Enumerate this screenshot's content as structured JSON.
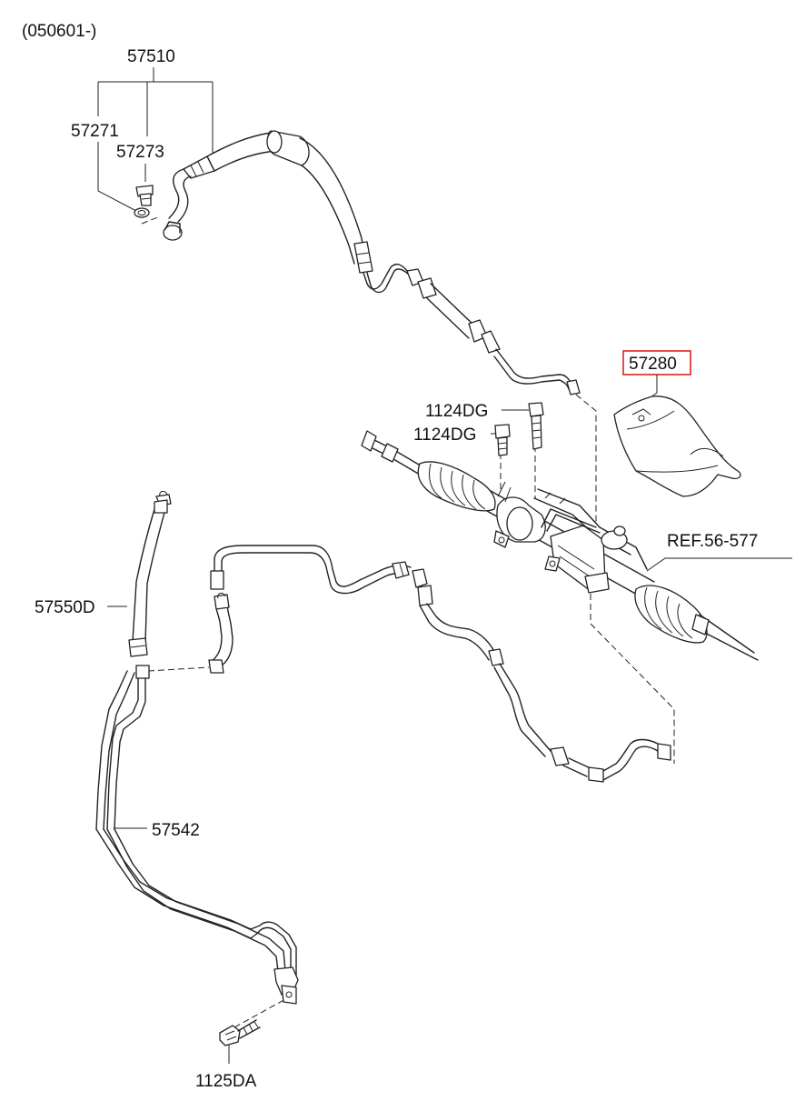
{
  "header": {
    "date_range": "(050601-)"
  },
  "labels": {
    "p57510": "57510",
    "p57271": "57271",
    "p57273": "57273",
    "p57280": "57280",
    "p1124dg_a": "1124DG",
    "p1124dg_b": "1124DG",
    "ref": "REF.56-577",
    "p57550d": "57550D",
    "p57542": "57542",
    "p1125da": "1125DA"
  },
  "highlight": {
    "part": "57280",
    "color": "#e02020"
  }
}
